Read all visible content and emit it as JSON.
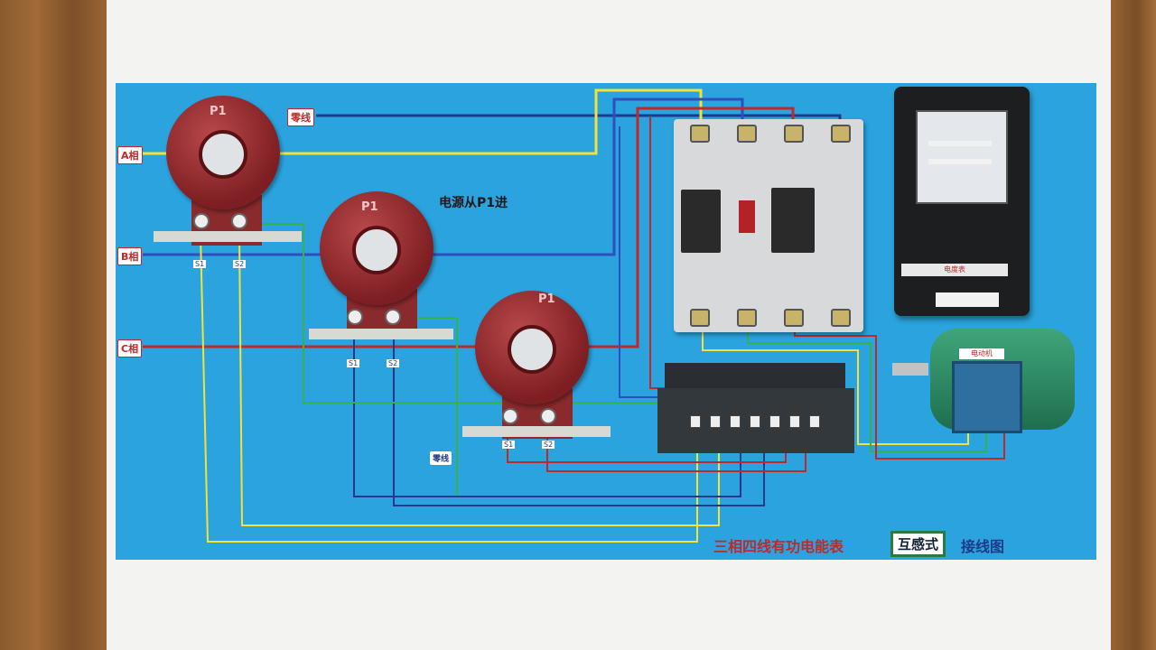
{
  "labels": {
    "neutral": "零线",
    "phase_a": "A相",
    "phase_b": "B相",
    "phase_c": "C相",
    "source_note": "电源从P1进",
    "ct_primary": "P1",
    "neutral_small": "零线",
    "meter_label": "电度表",
    "motor_badge": "电动机"
  },
  "ct_terminals": [
    "S1",
    "S2"
  ],
  "caption": {
    "part1": "三相四线有功电能表",
    "part2": "互感式",
    "part3": "接线图"
  },
  "colors": {
    "board": "#2aa3de",
    "phase_a_wire": "#f2e23a",
    "phase_b_wire": "#2f4fbf",
    "phase_c_wire": "#c0282a",
    "neutral_wire": "#1f3a8a",
    "secondary_wire": "#35b24a",
    "ct_body": "#8a2a2c",
    "motor": "#2e8a5e"
  },
  "icons": [
    "current-transformer-icon",
    "circuit-breaker-icon",
    "energy-meter-icon",
    "motor-icon",
    "terminal-block-icon"
  ]
}
